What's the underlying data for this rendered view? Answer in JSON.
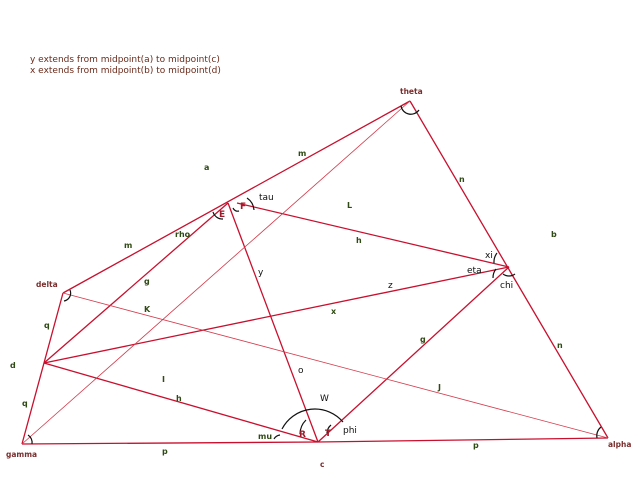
{
  "notes": {
    "line1": "y extends from midpoint(a) to midpoint(c)",
    "line2": "x extends from midpoint(b) to midpoint(d)"
  },
  "vertices": {
    "theta": "theta",
    "delta": "delta",
    "gamma": "gamma",
    "c": "c",
    "alpha": "alpha"
  },
  "points": {
    "E": "E",
    "F": "F",
    "R": "R",
    "T": "T"
  },
  "segment_labels": {
    "a": "a",
    "m_top": "m",
    "m_left": "m",
    "n_upper": "n",
    "n_lower": "n",
    "b": "b",
    "L": "L",
    "h_upper": "h",
    "h_lower": "h",
    "y": "y",
    "z": "z",
    "x": "x",
    "K": "K",
    "g_left": "g",
    "g_right": "g",
    "q_upper": "q",
    "q_lower": "q",
    "d": "d",
    "I": "I",
    "o": "o",
    "W": "W",
    "J": "J",
    "p_left": "p",
    "p_right": "p"
  },
  "angle_labels": {
    "tau": "tau",
    "rho": "rho",
    "xi": "xi",
    "eta": "eta",
    "chi": "chi",
    "mu": "mu",
    "phi": "phi"
  },
  "colors": {
    "line": "#c8102e",
    "vertex_label": "#7a2e2e",
    "segment_label": "#2f4a14",
    "point_label": "#9b1b2a",
    "arc": "#111111"
  }
}
